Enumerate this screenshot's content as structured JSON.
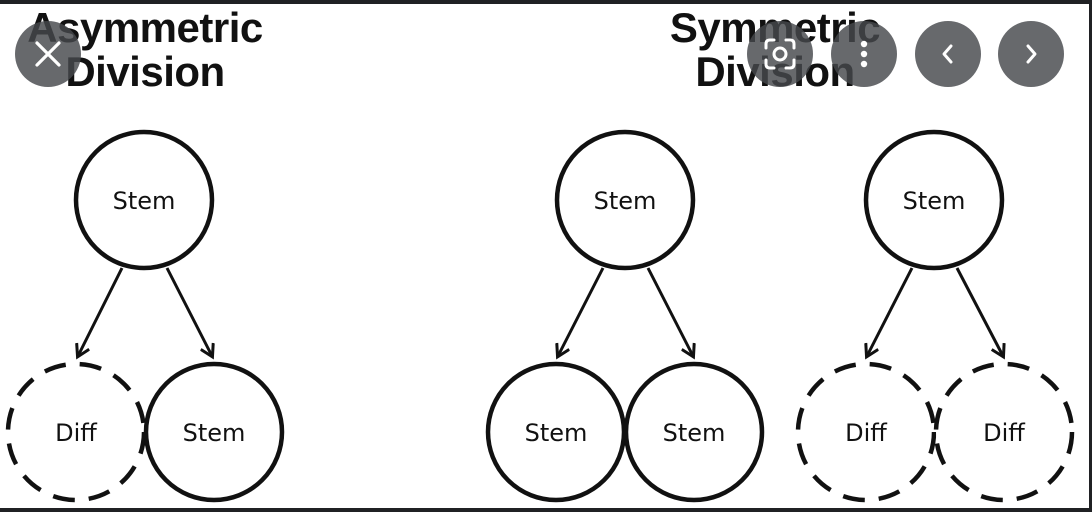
{
  "figure": {
    "titles": {
      "asymmetric": [
        "Asymmetric",
        "Division"
      ],
      "symmetric": [
        "Symmetric",
        "Division"
      ]
    },
    "cells": {
      "asym_parent": "Stem",
      "asym_child_left": "Diff",
      "asym_child_right": "Stem",
      "sym1_parent": "Stem",
      "sym1_child_left": "Stem",
      "sym1_child_right": "Stem",
      "sym2_parent": "Stem",
      "sym2_child_left": "Diff",
      "sym2_child_right": "Diff"
    }
  },
  "controls": {
    "close": "close-icon",
    "lens": "lens-icon",
    "more": "more-vert-icon",
    "prev": "chevron-left-icon",
    "next": "chevron-right-icon"
  },
  "colors": {
    "backdrop": "#202124",
    "control_bg": "#46484c",
    "icon": "#ffffff",
    "ink": "#111111"
  }
}
